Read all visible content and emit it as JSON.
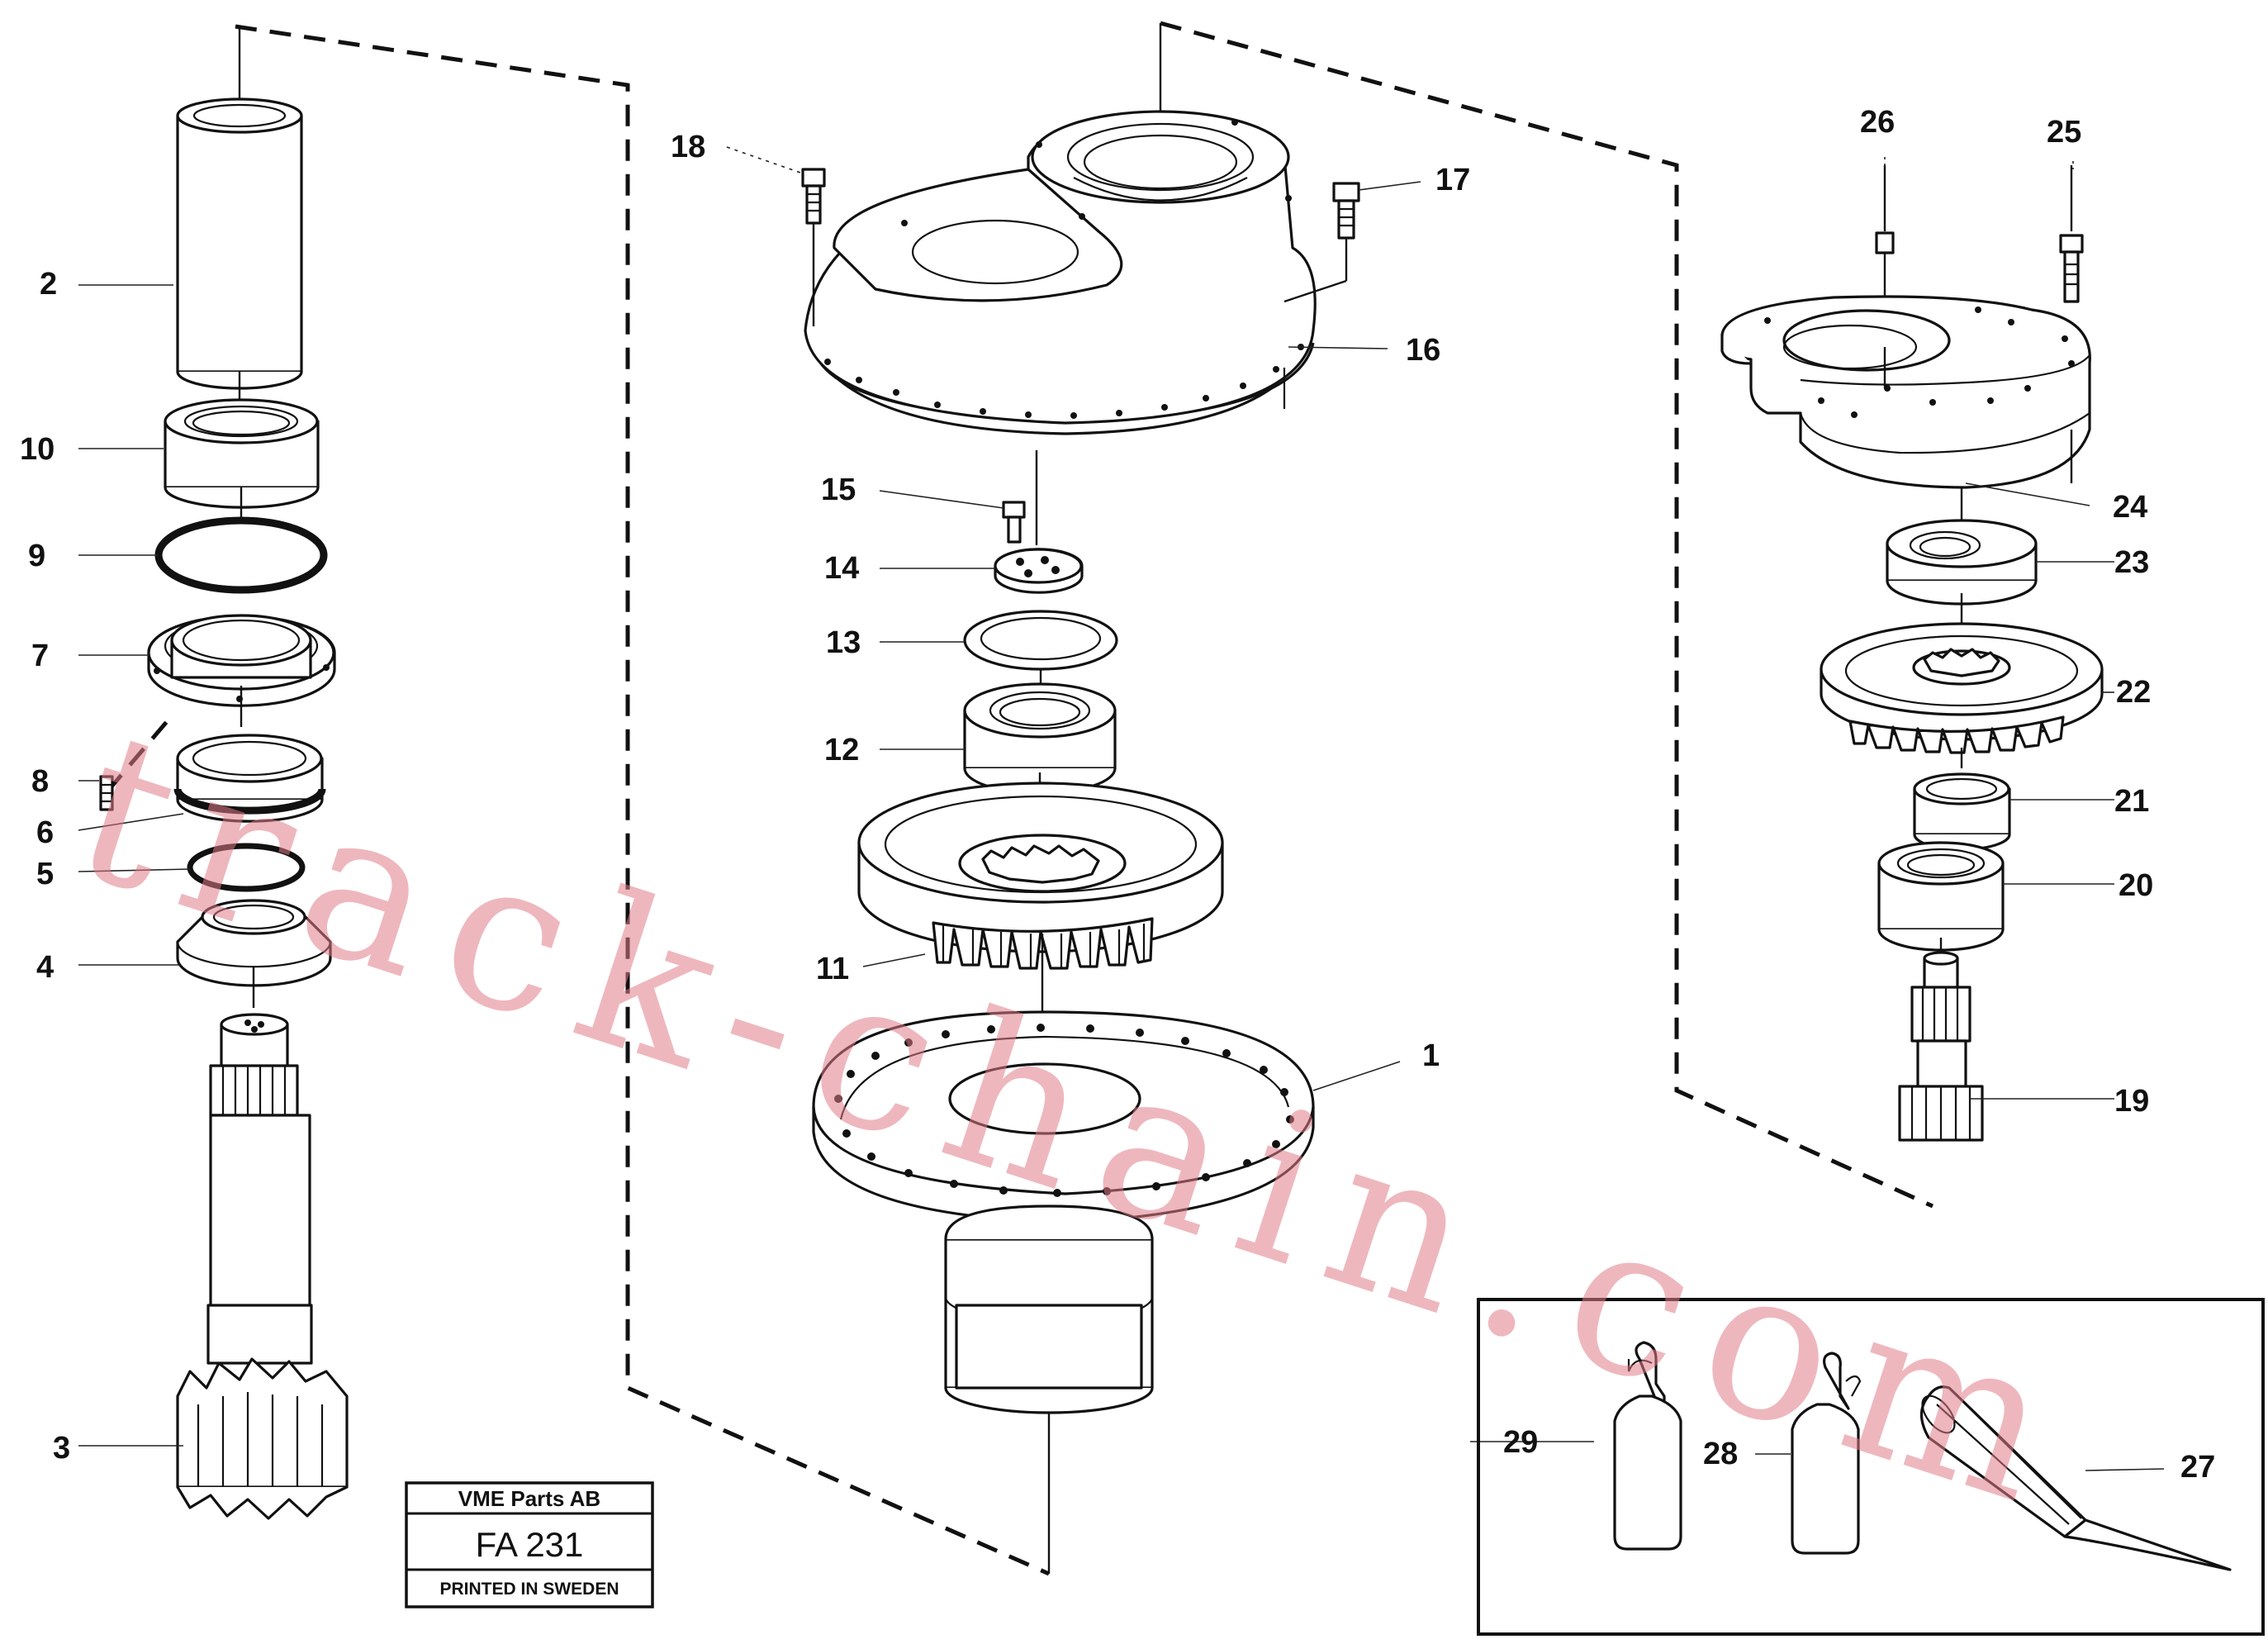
{
  "diagram": {
    "callouts": {
      "c1": "1",
      "c2": "2",
      "c3": "3",
      "c4": "4",
      "c5": "5",
      "c6": "6",
      "c7": "7",
      "c8": "8",
      "c9": "9",
      "c10": "10",
      "c11": "11",
      "c12": "12",
      "c13": "13",
      "c14": "14",
      "c15": "15",
      "c16": "16",
      "c17": "17",
      "c18": "18",
      "c19": "19",
      "c20": "20",
      "c21": "21",
      "c22": "22",
      "c23": "23",
      "c24": "24",
      "c25": "25",
      "c26": "26",
      "c27": "27",
      "c28": "28",
      "c29": "29"
    },
    "watermark": "track-chain.com"
  },
  "title_block": {
    "company": "VME Parts AB",
    "code": "FA 231",
    "printed": "PRINTED IN SWEDEN"
  }
}
